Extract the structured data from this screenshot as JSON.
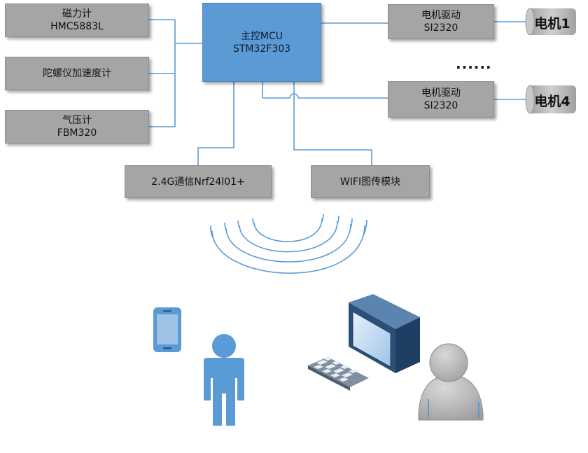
{
  "sensors": {
    "magnetometer": {
      "name": "磁力计",
      "model": "HMC5883L"
    },
    "gyro": {
      "name": "陀螺仪加速度计"
    },
    "barometer": {
      "name": "气压计",
      "model": "FBM320"
    }
  },
  "mcu": {
    "name": "主控MCU",
    "model": "STM32F303"
  },
  "drivers": [
    {
      "name": "电机驱动",
      "model": "SI2320"
    },
    {
      "name": "电机驱动",
      "model": "SI2320"
    }
  ],
  "motors": [
    "电机1",
    "电机4"
  ],
  "ellipsis": "......",
  "comms": {
    "radio": "2.4G通信Nrf24l01+",
    "wifi": "WIFI图传模块"
  },
  "colors": {
    "line": "#5b9bd5",
    "mcu_fill": "#5b9bd5",
    "box_fill": "#a5a5a5",
    "person_fill": "#5b9bd5",
    "user_fill": "#bfbfbf"
  },
  "icons": [
    "wifi-waves-icon",
    "smartphone-icon",
    "person-icon",
    "computer-monitor-icon",
    "keyboard-icon",
    "user-icon"
  ]
}
